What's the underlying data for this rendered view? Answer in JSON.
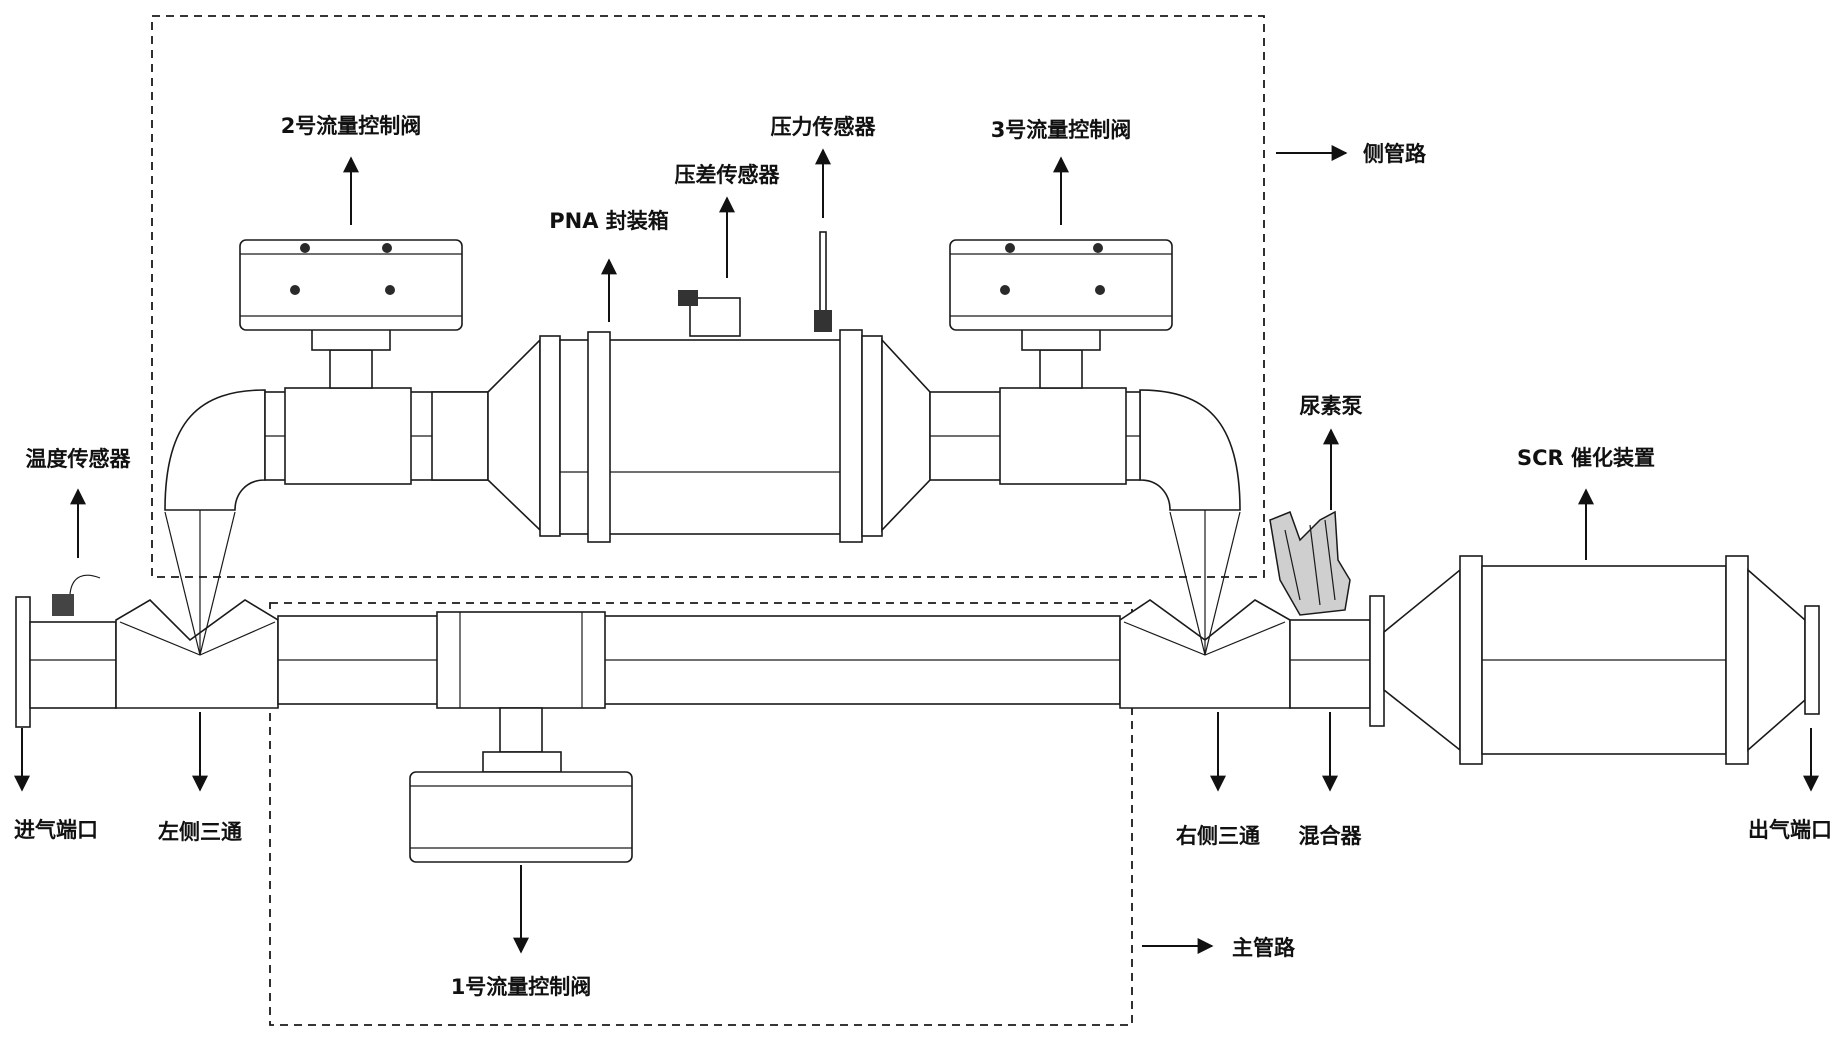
{
  "labels": {
    "valve2": "2号流量控制阀",
    "valve3": "3号流量控制阀",
    "valve1": "1号流量控制阀",
    "pressure_sensor": "压力传感器",
    "diff_pressure_sensor": "压差传感器",
    "pna_box": "PNA 封装箱",
    "side_path": "侧管路",
    "main_path": "主管路",
    "temp_sensor": "温度传感器",
    "urea_pump": "尿素泵",
    "scr": "SCR 催化装置",
    "inlet": "进气端口",
    "left_tee": "左侧三通",
    "right_tee": "右侧三通",
    "mixer": "混合器",
    "outlet": "出气端口"
  }
}
